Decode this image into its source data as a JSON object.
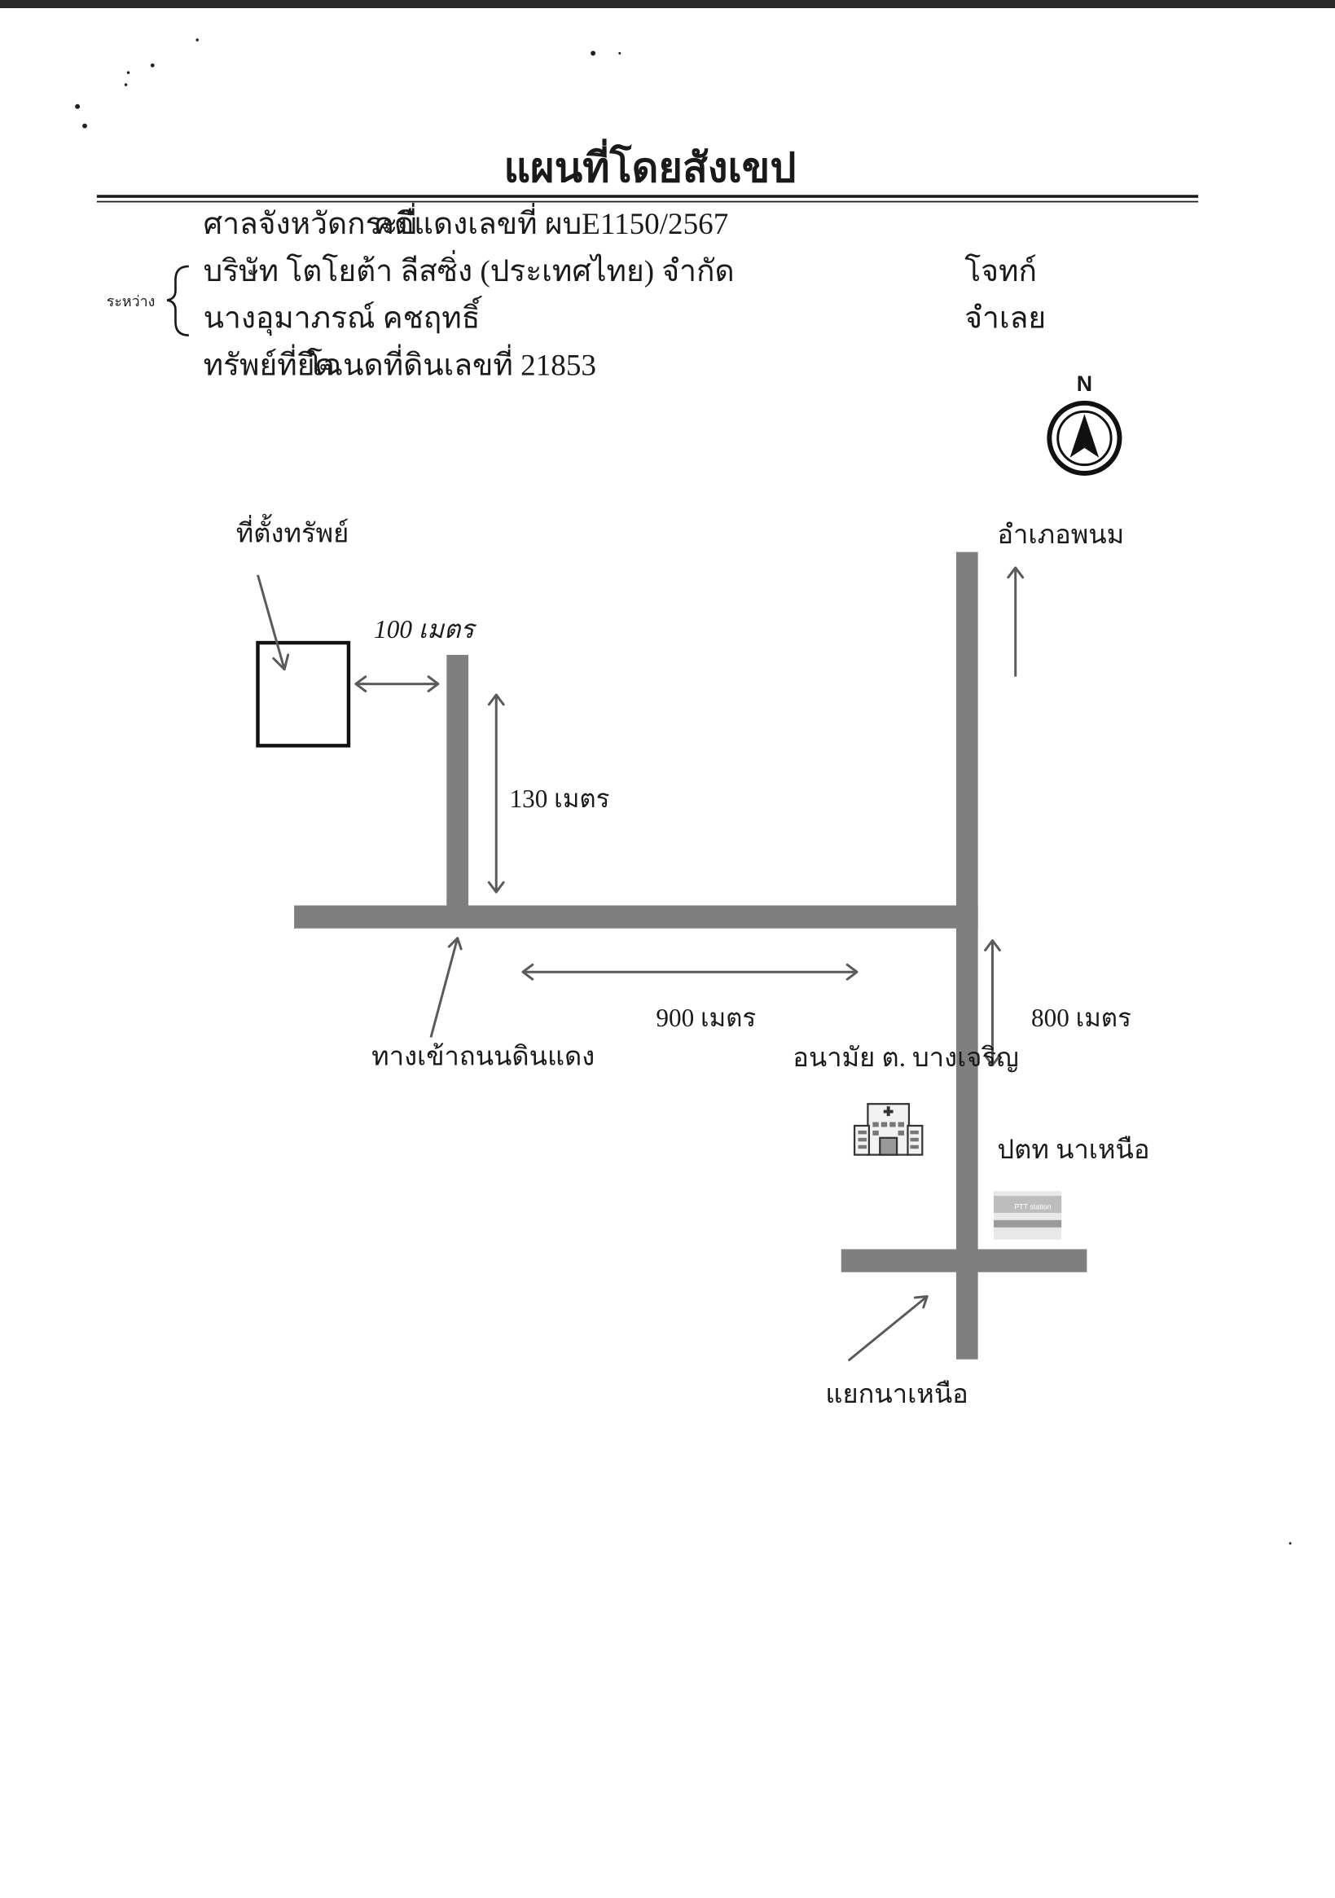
{
  "document": {
    "title": "แผนที่โดยสังเขป",
    "court": "ศาลจังหวัดกระบี่",
    "case_number": "คดีแดงเลขที่ ผบE1150/2567",
    "between_label": "ระหว่าง",
    "plaintiff_name": "บริษัท โตโยต้า ลีสซิ่ง (ประเทศไทย) จำกัด",
    "plaintiff_role": "โจทก์",
    "defendant_name": "นางอุมาภรณ์ คชฤทธิ์",
    "defendant_role": "จำเลย",
    "seized_property": "ทรัพย์ที่ยึด",
    "deed": "โฉนดที่ดินเลขที่ 21853"
  },
  "map": {
    "compass_label": "N",
    "labels": {
      "property_location": "ที่ตั้งทรัพย์",
      "district": "อำเภอพนม",
      "entrance": "ทางเข้าถนนดินแดง",
      "health_center": "อนามัย ต. บางเจริญ",
      "gas_station": "ปตท นาเหนือ",
      "gas_station_sign": "PTT station",
      "junction": "แยกนาเหนือ"
    },
    "distances": {
      "to_side_road": "100 เมตร",
      "side_road_length": "130 เมตร",
      "main_road_segment": "900 เมตร",
      "to_health_center": "800 เมตร"
    }
  }
}
